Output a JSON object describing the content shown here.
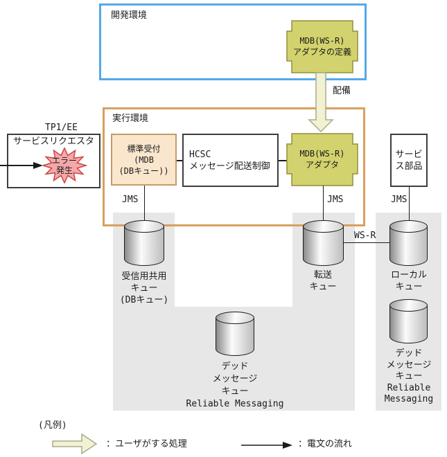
{
  "colors": {
    "dev_border": "#55a8e8",
    "runtime_border": "#d9a05f",
    "olive_fill": "#d2d26e",
    "olive_stroke": "#90903c",
    "peach_fill": "#f9e6cc",
    "peach_border": "#c89a66",
    "panel_gray": "#e7e7e7",
    "error_fill": "#f4a8a8",
    "error_stroke": "#cc4444",
    "user_arrow_fill": "#f2f2d2",
    "user_arrow_stroke": "#a9a98c",
    "line_black": "#1a1a1a"
  },
  "dev_env": {
    "title": "開発環境",
    "adapter_def": {
      "line1": "MDB(WS-R)",
      "line2": "アダプタの定義"
    }
  },
  "deploy": {
    "label": "配備"
  },
  "runtime_env": {
    "title": "実行環境"
  },
  "client": {
    "system": "TP1/EE",
    "requester": "サービスリクエスタ",
    "error": {
      "line1": "エラー",
      "line2": "発生"
    }
  },
  "std_reception": {
    "line1": "標準受付",
    "line2": "(MDB",
    "line3": "(DBキュー))"
  },
  "hcsc": {
    "line1": "HCSC",
    "line2": "メッセージ配送制御"
  },
  "adapter": {
    "line1": "MDB(WS-R)",
    "line2": "アダプタ"
  },
  "service_part": {
    "line1": "サービ",
    "line2": "ス部品"
  },
  "protocols": {
    "jms_left": "JMS",
    "jms_center": "JMS",
    "jms_right": "JMS",
    "ws_r": "WS-R"
  },
  "queues": {
    "reception": {
      "line1": "受信用共用",
      "line2": "キュー",
      "line3": "(DBキュー)"
    },
    "transfer": {
      "line1": "転送",
      "line2": "キュー"
    },
    "local": {
      "line1": "ローカル",
      "line2": "キュー"
    },
    "dead_center": {
      "line1": "デッド",
      "line2": "メッセージ",
      "line3": "キュー",
      "product": "Reliable Messaging"
    },
    "dead_right": {
      "line1": "デッド",
      "line2": "メッセージ",
      "line3": "キュー",
      "product_line1": "Reliable",
      "product_line2": "Messaging"
    }
  },
  "legend": {
    "title": "(凡例)",
    "user_process": "：ユーザがする処理",
    "message_flow": "：電文の流れ"
  }
}
